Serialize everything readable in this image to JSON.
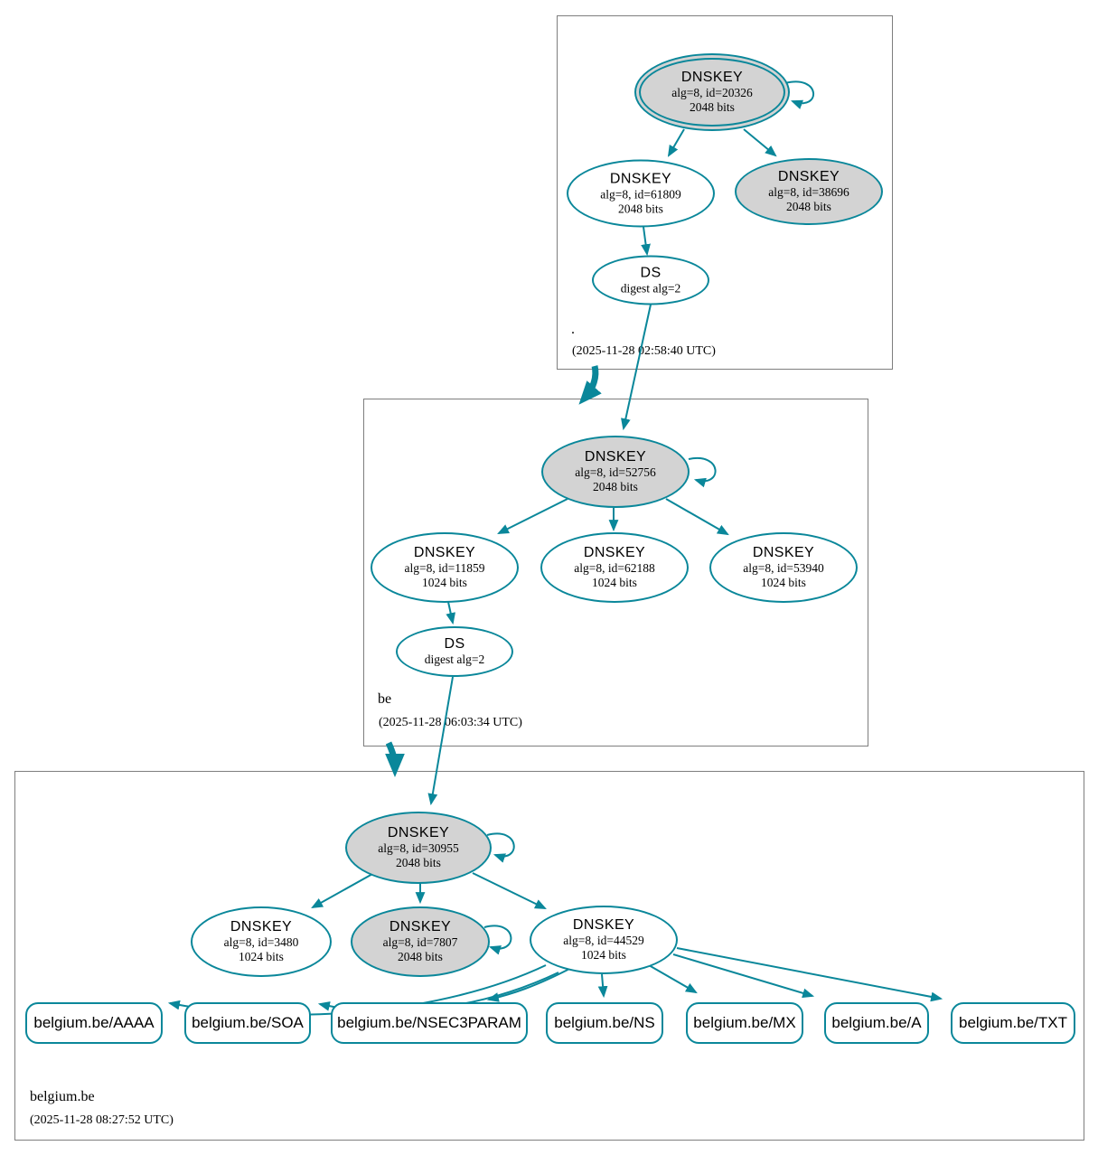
{
  "colors": {
    "edge": "#0a879a",
    "ksk_fill": "#d3d3d3",
    "zsk_fill": "#ffffff",
    "zone_border": "#7e7e7e"
  },
  "zones": [
    {
      "name": ".",
      "timestamp": "(2025-11-28 02:58:40 UTC)",
      "nodes": [
        {
          "type": "DNSKEY",
          "title": "DNSKEY",
          "line1": "alg=8, id=20326",
          "line2": "2048 bits",
          "style": "trust-anchor-ksk",
          "fill": "#d3d3d3"
        },
        {
          "type": "DNSKEY",
          "title": "DNSKEY",
          "line1": "alg=8, id=61809",
          "line2": "2048 bits",
          "style": "zsk",
          "fill": "#ffffff"
        },
        {
          "type": "DNSKEY",
          "title": "DNSKEY",
          "line1": "alg=8, id=38696",
          "line2": "2048 bits",
          "style": "ksk",
          "fill": "#d3d3d3"
        },
        {
          "type": "DS",
          "title": "DS",
          "line1": "digest alg=2",
          "style": "ds",
          "fill": "#ffffff"
        }
      ]
    },
    {
      "name": "be",
      "timestamp": "(2025-11-28 06:03:34 UTC)",
      "nodes": [
        {
          "type": "DNSKEY",
          "title": "DNSKEY",
          "line1": "alg=8, id=52756",
          "line2": "2048 bits",
          "style": "ksk",
          "fill": "#d3d3d3"
        },
        {
          "type": "DNSKEY",
          "title": "DNSKEY",
          "line1": "alg=8, id=11859",
          "line2": "1024 bits",
          "style": "zsk",
          "fill": "#ffffff"
        },
        {
          "type": "DNSKEY",
          "title": "DNSKEY",
          "line1": "alg=8, id=62188",
          "line2": "1024 bits",
          "style": "zsk",
          "fill": "#ffffff"
        },
        {
          "type": "DNSKEY",
          "title": "DNSKEY",
          "line1": "alg=8, id=53940",
          "line2": "1024 bits",
          "style": "zsk",
          "fill": "#ffffff"
        },
        {
          "type": "DS",
          "title": "DS",
          "line1": "digest alg=2",
          "style": "ds",
          "fill": "#ffffff"
        }
      ]
    },
    {
      "name": "belgium.be",
      "timestamp": "(2025-11-28 08:27:52 UTC)",
      "nodes": [
        {
          "type": "DNSKEY",
          "title": "DNSKEY",
          "line1": "alg=8, id=30955",
          "line2": "2048 bits",
          "style": "ksk",
          "fill": "#d3d3d3"
        },
        {
          "type": "DNSKEY",
          "title": "DNSKEY",
          "line1": "alg=8, id=3480",
          "line2": "1024 bits",
          "style": "zsk",
          "fill": "#ffffff"
        },
        {
          "type": "DNSKEY",
          "title": "DNSKEY",
          "line1": "alg=8, id=7807",
          "line2": "2048 bits",
          "style": "ksk",
          "fill": "#d3d3d3"
        },
        {
          "type": "DNSKEY",
          "title": "DNSKEY",
          "line1": "alg=8, id=44529",
          "line2": "1024 bits",
          "style": "zsk",
          "fill": "#ffffff"
        }
      ],
      "rrsets": [
        "belgium.be/AAAA",
        "belgium.be/SOA",
        "belgium.be/NSEC3PARAM",
        "belgium.be/NS",
        "belgium.be/MX",
        "belgium.be/A",
        "belgium.be/TXT"
      ]
    }
  ]
}
